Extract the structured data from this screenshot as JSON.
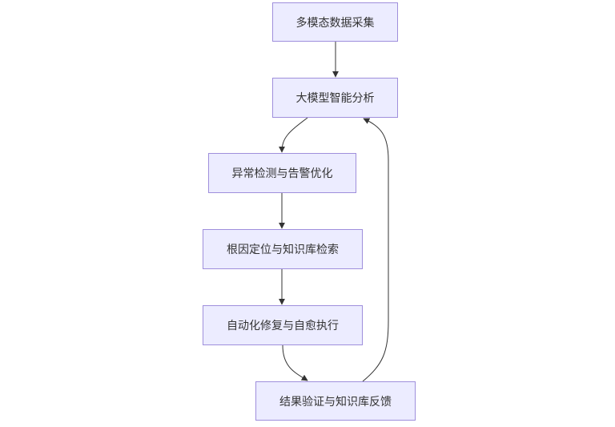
{
  "diagram": {
    "type": "flowchart",
    "direction": "top-down",
    "colors": {
      "node_fill": "#ececff",
      "node_border": "#9f8fdc",
      "edge": "#333333",
      "text": "#333333"
    },
    "nodes": [
      {
        "id": "n1",
        "label": "多模态数据采集"
      },
      {
        "id": "n2",
        "label": "大模型智能分析"
      },
      {
        "id": "n3",
        "label": "异常检测与告警优化"
      },
      {
        "id": "n4",
        "label": "根因定位与知识库检索"
      },
      {
        "id": "n5",
        "label": "自动化修复与自愈执行"
      },
      {
        "id": "n6",
        "label": "结果验证与知识库反馈"
      }
    ],
    "edges": [
      {
        "from": "n1",
        "to": "n2"
      },
      {
        "from": "n2",
        "to": "n3"
      },
      {
        "from": "n3",
        "to": "n4"
      },
      {
        "from": "n4",
        "to": "n5"
      },
      {
        "from": "n5",
        "to": "n6"
      },
      {
        "from": "n6",
        "to": "n2"
      }
    ]
  }
}
